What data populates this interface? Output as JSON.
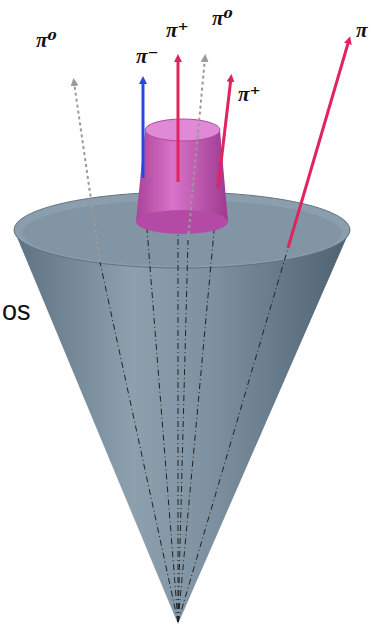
{
  "diagram": {
    "labels": [
      "π⁰",
      "π⁻",
      "π⁺",
      "π⁰",
      "π⁺",
      "π",
      "os"
    ]
  }
}
